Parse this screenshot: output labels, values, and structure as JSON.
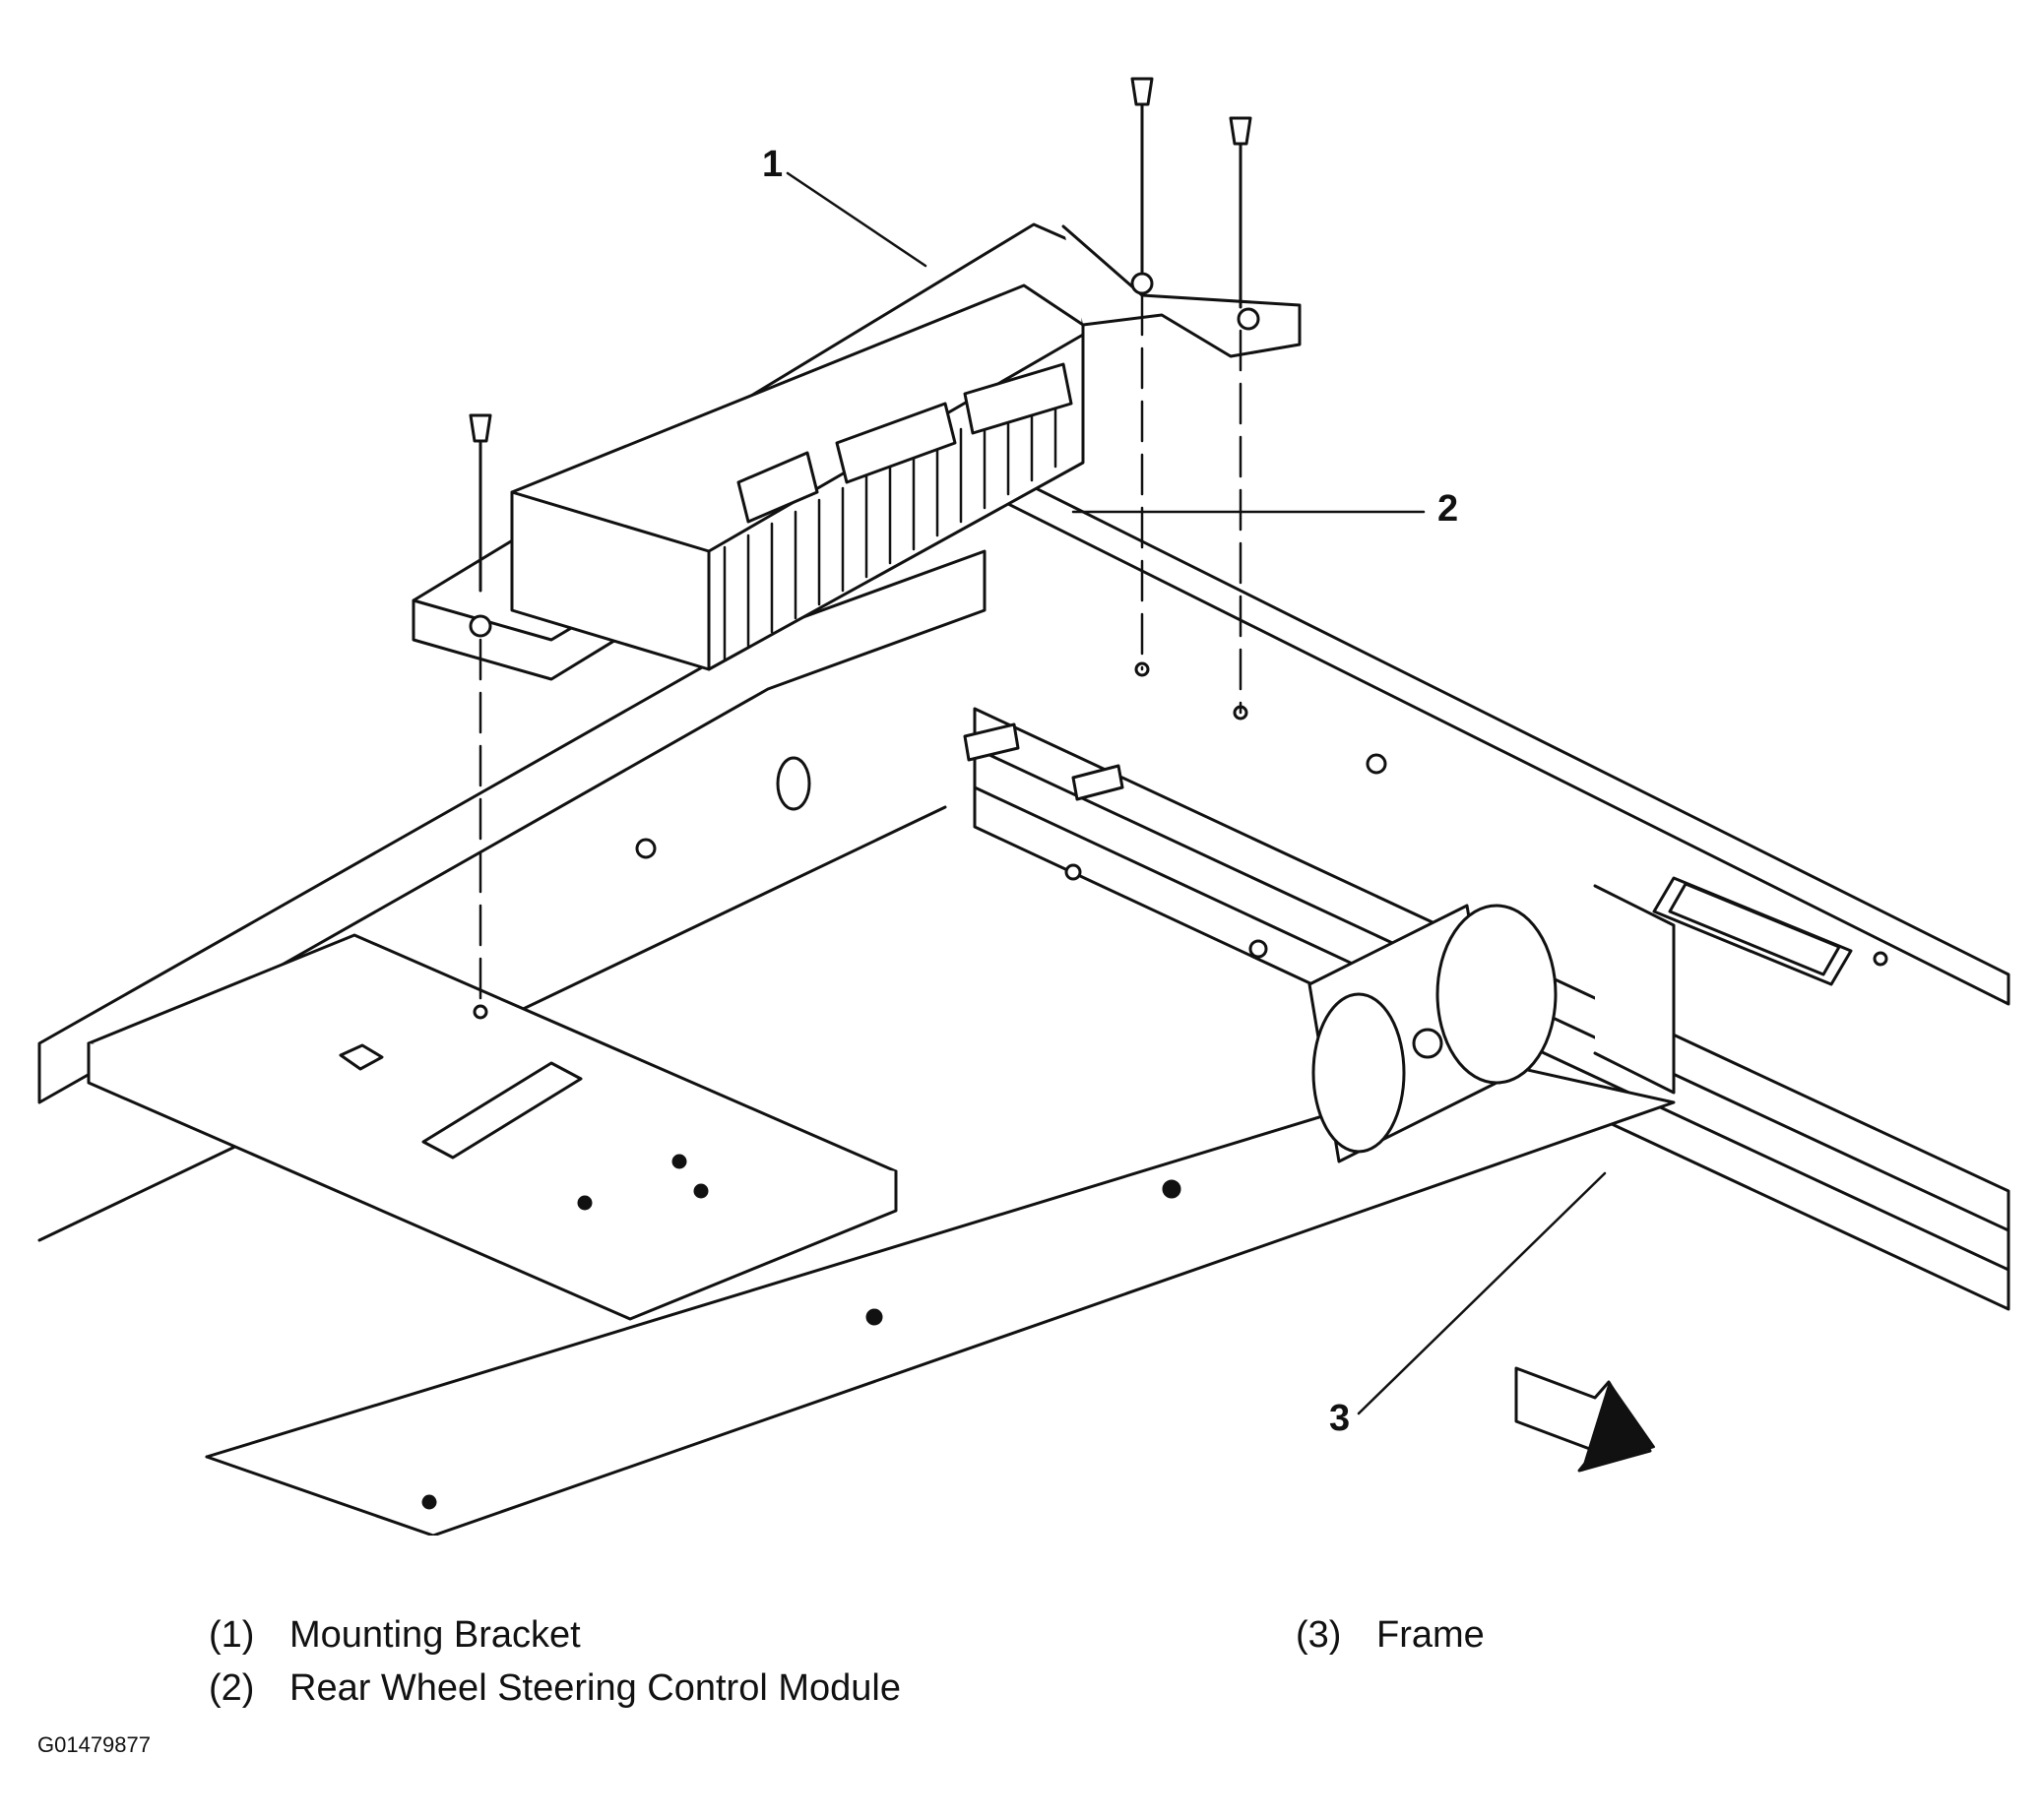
{
  "callouts": [
    {
      "number": "1",
      "part": "Mounting Bracket"
    },
    {
      "number": "2",
      "part": "Rear Wheel Steering Control Module"
    },
    {
      "number": "3",
      "part": "Frame"
    }
  ],
  "legend": [
    {
      "num": "(1)",
      "text": "Mounting Bracket"
    },
    {
      "num": "(2)",
      "text": "Rear Wheel Steering Control Module"
    },
    {
      "num": "(3)",
      "text": "Frame"
    }
  ],
  "figure_id": "G01479877",
  "colors": {
    "ink": "#111111",
    "paper": "#ffffff"
  }
}
